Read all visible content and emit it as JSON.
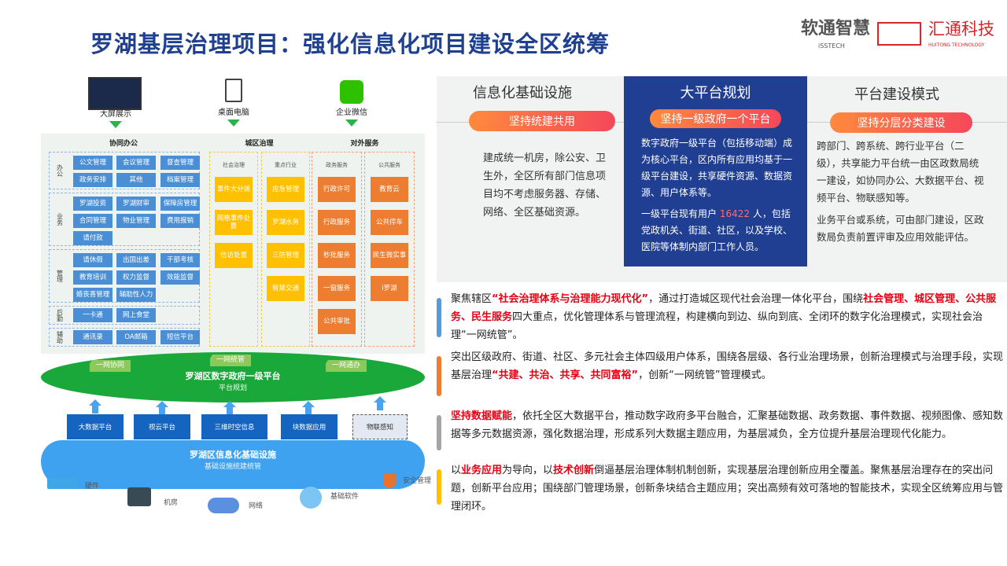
{
  "title": "罗湖基层治理项目：强化信息化项目建设全区统筹",
  "logos": {
    "isstech": "软通智慧",
    "isstech_sub": "iSSTECH",
    "huitong": "汇通科技",
    "huitong_sub": "HUITONG TECHNOLOGY"
  },
  "diagram": {
    "top_icons": [
      "大屏展示",
      "桌面电脑",
      "企业微信"
    ],
    "sections": {
      "office": "协同办公",
      "city": "城区治理",
      "external": "对外服务"
    },
    "office_groups": [
      {
        "label": "办公",
        "items": [
          "公文管理",
          "会议管理",
          "督查管理",
          "政务安排",
          "其他",
          "档案管理"
        ]
      },
      {
        "label": "业务",
        "items": [
          "罗湖投资",
          "罗湖财审",
          "保障房管理",
          "合同管理",
          "物业管理",
          "费用报销",
          "请付款"
        ]
      },
      {
        "label": "管理",
        "items": [
          "请休假",
          "出国出差",
          "干部考核",
          "教育培训",
          "权力监督",
          "效能监督",
          "婚丧喜管理",
          "辅助性人力"
        ]
      },
      {
        "label": "后勤",
        "items": [
          "一卡通",
          "网上食堂"
        ]
      },
      {
        "label": "辅助",
        "items": [
          "通讯录",
          "OA邮箱",
          "短信平台"
        ]
      }
    ],
    "city_cols": [
      {
        "label": "社会治理",
        "items": [
          "事件大分拨",
          "网格事件处置",
          "信访处置"
        ]
      },
      {
        "label": "重点行业",
        "items": [
          "应急管理",
          "罗湖水务",
          "三防管理",
          "智慧交通"
        ]
      }
    ],
    "ext_cols": [
      {
        "label": "政务服务",
        "items": [
          "行政许可",
          "行政服务",
          "秒批服务",
          "一窗服务",
          "公共审批"
        ]
      },
      {
        "label": "公共服务",
        "items": [
          "教育云",
          "公共停车",
          "民生微实事",
          "i罗湖"
        ]
      }
    ],
    "platform": {
      "tags": [
        "一网协同",
        "一网统管",
        "一网通办"
      ],
      "title": "罗湖区数字政府一级平台",
      "subtitle": "平台规划"
    },
    "mid_boxes": [
      "大数据平台",
      "视云平台",
      "三维时空信息",
      "块数据应用",
      "物联感知"
    ],
    "cloud": {
      "title": "罗湖区信息化基础设施",
      "subtitle": "基础设施统建统管"
    },
    "infra": [
      "硬件",
      "机房",
      "网络",
      "基础软件",
      "安全管理"
    ]
  },
  "panels": [
    {
      "title": "信息化基础设施",
      "pill": "坚持统建共用",
      "paras": [
        "建成统一机房，除公安、卫生外，全区所有部门信息项目均不考虑服务器、存储、网络、全区基础资源。"
      ]
    },
    {
      "title": "大平台规划",
      "pill": "坚持一级政府一个平台",
      "paras": [
        "数字政府一级平台（包括移动端）成为核心平台，区内所有应用均基于一级平台建设，共享硬件资源、数据资源、用户体系等。"
      ],
      "p2_pre": "一级平台现有用户 ",
      "users": "16422",
      "p2_post": " 人，包括党政机关、街道、社区，以及学校、医院等体制内部门工作人员。"
    },
    {
      "title": "平台建设模式",
      "pill": "坚持分层分类建设",
      "paras": [
        "跨部门、跨系统、跨行业平台（二级），共享能力平台统一由区政数局统一建设，如协同办公、大数据平台、视频平台、物联感知等。",
        "业务平台或系统，可由部门建设，区政数局负责前置评审及应用效能评估。"
      ]
    }
  ],
  "blocks": [
    {
      "color": "#5b9bd5",
      "segs": [
        {
          "t": "聚焦辖区"
        },
        {
          "t": "“社会治理体系与治理能力现代化”",
          "r": 1
        },
        {
          "t": "，通过打造城区现代社会治理一体化平台，围绕"
        },
        {
          "t": "社会管理、城区管理、公共服务、民生服务",
          "r": 1
        },
        {
          "t": "四大重点，优化管理体系与管理流程，构建横向到边、纵向到底、全闭环的数字化治理模式，实现社会治理“一网统管”。"
        }
      ]
    },
    {
      "color": "#ed7d31",
      "segs": [
        {
          "t": "突出区级政府、街道、社区、多元社会主体四级用户体系，围绕各层级、各行业治理场景，创新治理模式与治理手段，实现基层治理"
        },
        {
          "t": "“共建、共治、共享、共同富裕”",
          "r": 1
        },
        {
          "t": "，创新“一网统管”管理模式。"
        }
      ]
    },
    {
      "color": "#a5a5a5",
      "segs": [
        {
          "t": "坚持数据赋能",
          "r": 1
        },
        {
          "t": "，依托全区大数据平台，推动数字政府多平台融合，汇聚基础数据、政务数据、事件数据、视频图像、感知数据等多元数据资源，强化数据治理，形成系列大数据主题应用，为基层减负，全方位提升基层治理现代化能力。"
        }
      ]
    },
    {
      "color": "#ffc000",
      "segs": [
        {
          "t": "以"
        },
        {
          "t": "业务应用",
          "r": 1
        },
        {
          "t": "为导向，以"
        },
        {
          "t": "技术创新",
          "r": 1
        },
        {
          "t": "倒逼基层治理体制机制创新，实现基层治理创新应用全覆盖。聚焦基层治理存在的突出问题，创新平台应用；围绕部门管理场景，创新条块结合主题应用；突出高频有效可落地的智能技术，实现全区统筹应用与管理闭环。"
        }
      ]
    }
  ]
}
